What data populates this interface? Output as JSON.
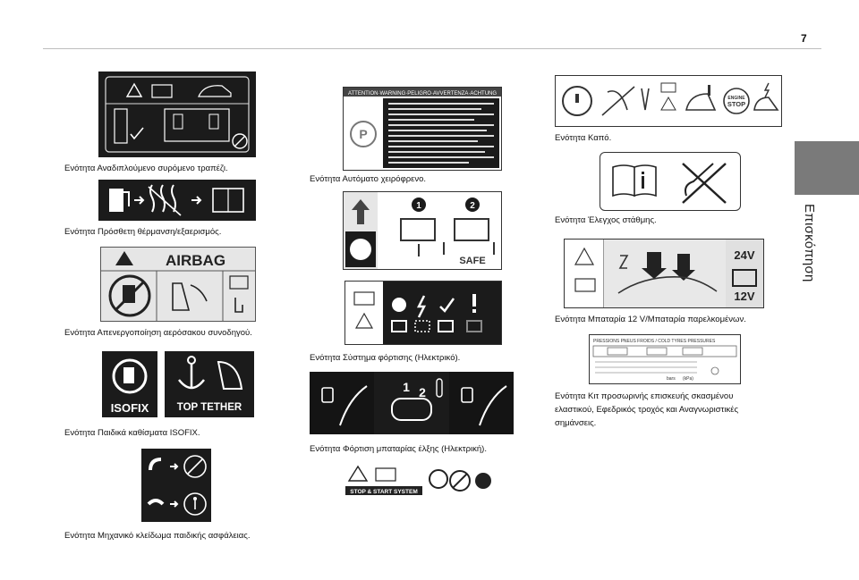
{
  "page": {
    "number": "7",
    "section_tab": "Επισκόπηση"
  },
  "col1": {
    "captions": [
      "Ενότητα Αναδιπλούμενο συρόμενο τραπέζι.",
      "Ενότητα Πρόσθετη θέρμανση/εξαερισμός.",
      "Ενότητα Απενεργοποίηση αερόσακου συνοδηγού.",
      "Ενότητα Παιδικά καθίσματα ISOFIX.",
      "Ενότητα Μηχανικό κλείδωμα παιδικής ασφάλειας."
    ],
    "airbag_label": "AIRBAG",
    "isofix_label": "ISOFIX",
    "top_tether_label": "TOP TETHER"
  },
  "col2": {
    "captions": [
      "Ενότητα Αυτόματο χειρόφρενο.",
      "Ενότητα Σύστημα φόρτισης (Ηλεκτρικό).",
      "Ενότητα Φόρτιση μπαταρίας έλξης (Ηλεκτρική)."
    ],
    "warning_header": "ATTENTION·WARNING·PELIGRO·AVVERTENZA·ACHTUNG",
    "parking_symbol": "P",
    "safe_label": "SAFE",
    "step_one": "1",
    "step_two": "2",
    "key_one": "1",
    "key_two": "2",
    "stop_start_label": "STOP & START SYSTEM"
  },
  "col3": {
    "captions": [
      "Ενότητα Καπό.",
      "Ενότητα Έλεγχος στάθμης.",
      "Ενότητα Μπαταρία 12 V/Μπαταρία παρελκομένων."
    ],
    "last_caption_lines": [
      "Ενότητα Κιτ προσωρινής επισκευής σκασμένου",
      "ελαστικού, Εφεδρικός τροχός και Αναγνωριστικές",
      "σημάνσεις."
    ],
    "engine_stop_line1": "ENGINE",
    "engine_stop_line2": "STOP",
    "battery_24v": "24V",
    "battery_12v": "12V",
    "tyre_header": "PRESSIONS PNEUS FROIDS / COLD TYRES PRESSURES",
    "tyre_bars": "bars",
    "tyre_kpa": "(kPa)"
  }
}
